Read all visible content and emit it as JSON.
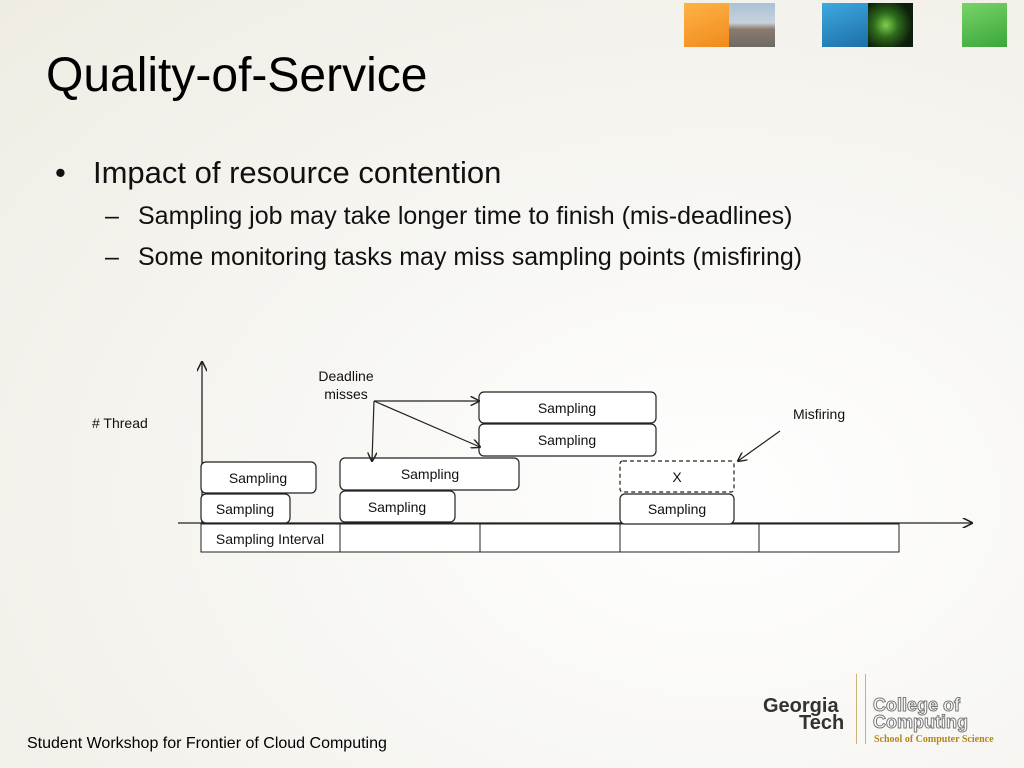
{
  "slide": {
    "title": "Quality-of-Service",
    "bullets": [
      {
        "text": "Impact of resource contention",
        "subitems": [
          "Sampling job may take longer time to finish (mis-deadlines)",
          "Some monitoring tasks may miss sampling points (misfiring)"
        ]
      }
    ],
    "bullet_mark": "•",
    "sub_mark": "–",
    "footer": "Student Workshop for Frontier of Cloud Computing"
  },
  "diagram": {
    "y_axis_label": "# Thread",
    "deadline_label_1": "Deadline",
    "deadline_label_2": "misses",
    "misfiring_label": "Misfiring",
    "interval_label": "Sampling Interval",
    "job_label": "Sampling",
    "missed_label": "X"
  },
  "logo": {
    "line1": "Georgia",
    "line2": "Tech",
    "college1": "College of",
    "college2": "Computing",
    "school": "School of Computer Science"
  },
  "colors": {
    "background": "#f7f6f2",
    "text": "#111111",
    "diagram_stroke": "#222222"
  }
}
